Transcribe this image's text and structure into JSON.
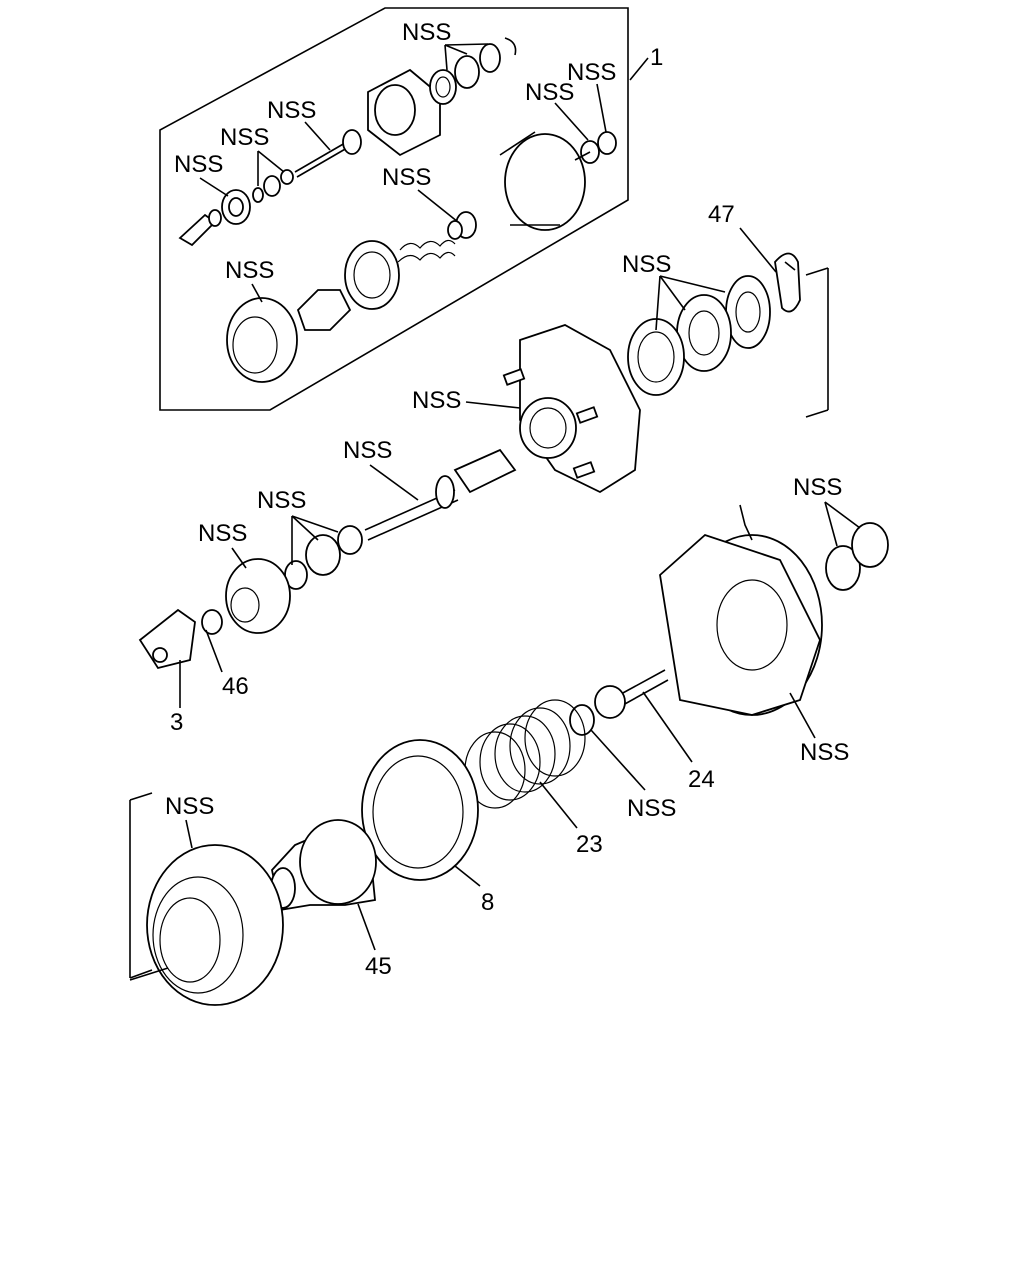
{
  "diagram": {
    "labels": {
      "l1": "1",
      "l3": "3",
      "l8": "8",
      "l23": "23",
      "l24": "24",
      "l45": "45",
      "l46": "46",
      "l47": "47",
      "nss": "NSS"
    }
  }
}
